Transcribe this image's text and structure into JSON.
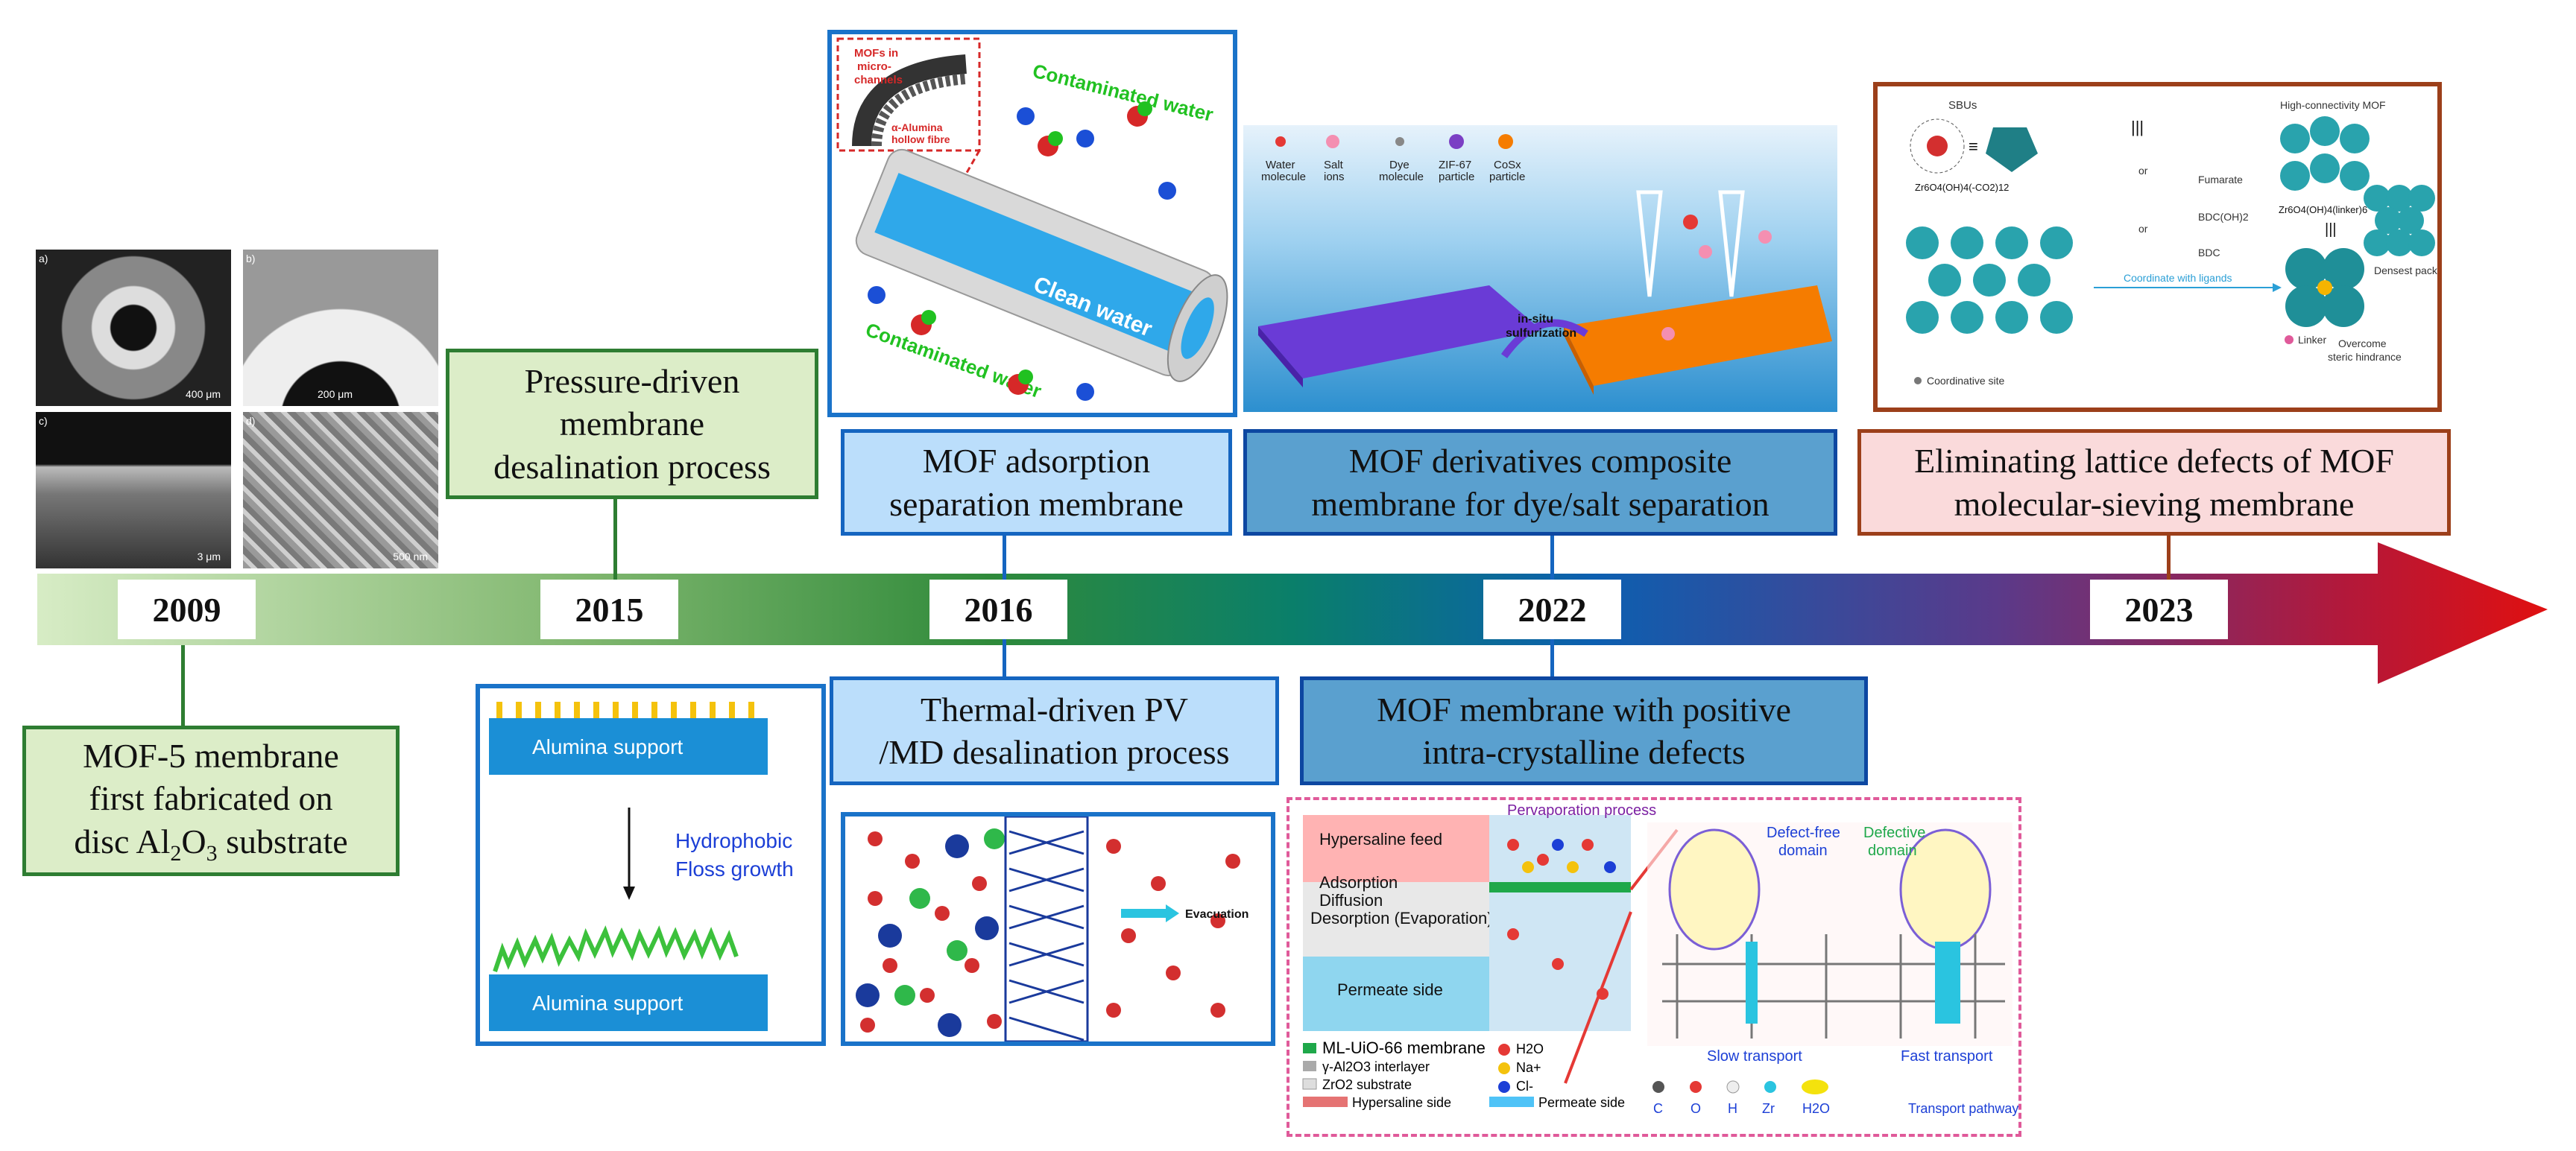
{
  "timeline": {
    "years": [
      "2009",
      "2015",
      "2016",
      "2022",
      "2023"
    ]
  },
  "milestones": {
    "m2009": {
      "line1": "MOF-5 membrane",
      "line2": "first fabricated on",
      "line3_pre": "disc Al",
      "sub1": "2",
      "mid": "O",
      "sub2": "3",
      "line3_post": " substrate"
    },
    "m2015": {
      "line1": "Pressure-driven",
      "line2": "membrane",
      "line3": "desalination process"
    },
    "m2016a": {
      "line1": "MOF adsorption",
      "line2": "separation membrane"
    },
    "m2016b": {
      "line1": "Thermal-driven PV",
      "line2": "/MD desalination process"
    },
    "m2022a": {
      "line1": "MOF derivatives composite",
      "line2": "membrane for dye/salt separation"
    },
    "m2022b": {
      "line1": "MOF membrane with positive",
      "line2": "intra-crystalline defects"
    },
    "m2023": {
      "line1": "Eliminating lattice defects of MOF",
      "line2": "molecular-sieving membrane"
    }
  },
  "panels": {
    "sem": {
      "a": "a)",
      "b": "b)",
      "c": "c)",
      "d": "d)",
      "sa": "400 μm",
      "sb": "200 μm",
      "sc": "3 μm",
      "sd": "500 nm"
    },
    "hollow_fiber": {
      "inset1": "MOFs in",
      "inset2": "micro-",
      "inset3": "channels",
      "fibre1": "α-Alumina",
      "fibre2": "hollow fibre",
      "contam_top": "Contaminated water",
      "clean": "Clean water",
      "contam_bottom": "Contaminated water"
    },
    "dye": {
      "water": "Water",
      "water2": "molecule",
      "salt": "Salt",
      "salt2": "ions",
      "dyemol": "Dye",
      "dyemol2": "molecule",
      "zif": "ZIF-67",
      "zif2": "particle",
      "cos": "CoSx",
      "cos2": "particle",
      "insitu1": "in-situ",
      "insitu2": "sulfurization"
    },
    "sbu": {
      "sbus": "SBUs",
      "high": "High-connectivity MOF",
      "formula1": "Zr6O4(OH)4(-CO2)12",
      "fumarate": "Fumarate",
      "or1": "or",
      "bdcoh": "BDC(OH)2",
      "or2": "or",
      "bdc": "BDC",
      "coord": "Coordinate with ligands",
      "formula2": "Zr6O4(OH)4(linker)6",
      "dense": "Densest packing model",
      "coordsite": "Coordinative site",
      "linker": "Linker",
      "overcome1": "Overcome",
      "overcome2": "steric hindrance"
    },
    "floss": {
      "support_top": "Alumina support",
      "hydro1": "Hydrophobic",
      "hydro2": "Floss growth",
      "support_bottom": "Alumina support"
    },
    "evac": {
      "label": "Evacuation"
    },
    "pv": {
      "title": "Pervaporation process",
      "feed": "Hypersaline feed",
      "adsorption": "Adsorption",
      "diffusion": "Diffusion",
      "desorption": "Desorption (Evaporation)",
      "permeate": "Permeate side",
      "defectfree1": "Defect-free",
      "defectfree2": "domain",
      "defective1": "Defective",
      "defective2": "domain",
      "leg1": "ML-UiO-66 membrane",
      "leg2": "γ-Al2O3 interlayer",
      "leg3": "ZrO2 substrate",
      "leg4": "Hypersaline side",
      "leg5": "Permeate side",
      "leg6": "H2O",
      "leg7": "Na+",
      "leg8": "Cl-",
      "slow": "Slow transport",
      "fast": "Fast transport",
      "pathway": "Transport pathway",
      "c": "C",
      "o": "O",
      "h": "H",
      "zr": "Zr",
      "h2o": "H2O"
    }
  },
  "colors": {
    "green_dark": "#2e7d32",
    "green_light": "#dcedc8",
    "blue_dark": "#1565c0",
    "blue_light": "#bbdefb",
    "blue_mid": "#5aa0cf",
    "brown": "#9c3f1a",
    "pink_light": "#fadadb",
    "arrow_red": "#d32f2f"
  }
}
